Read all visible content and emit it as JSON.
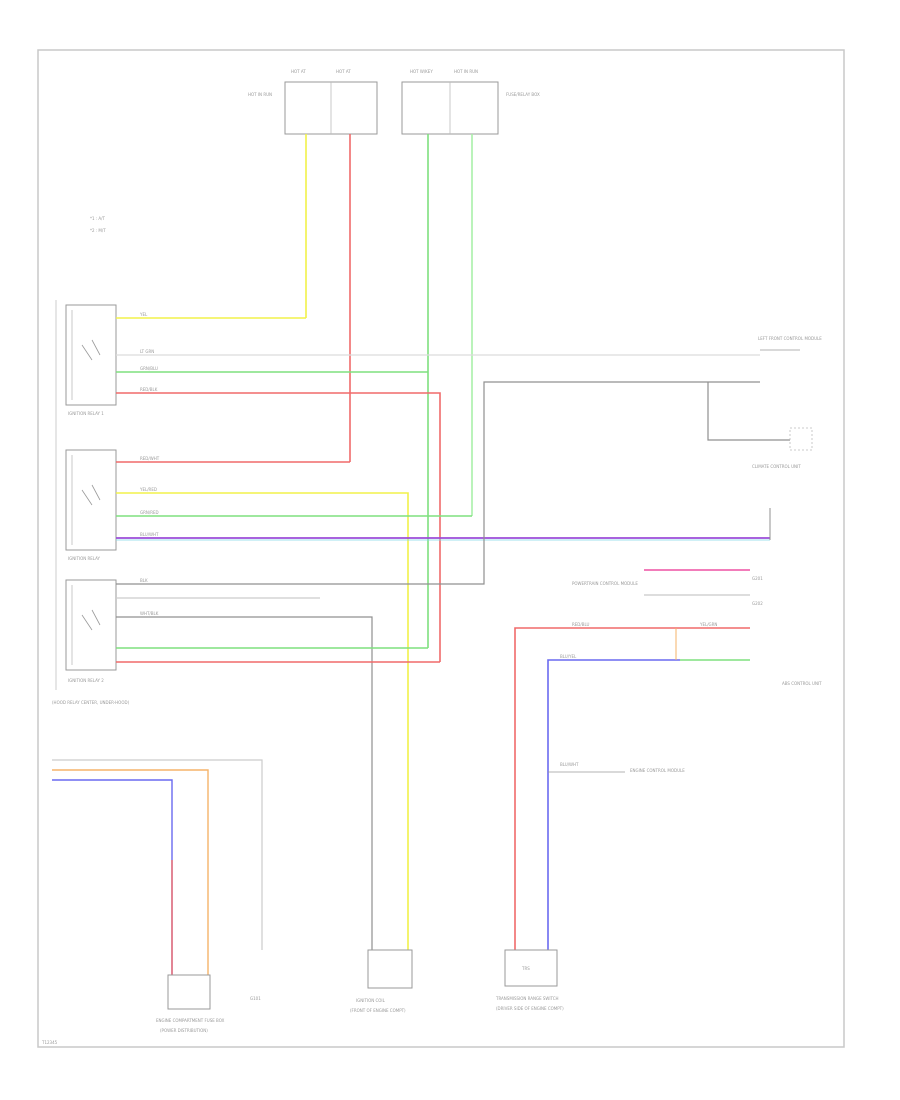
{
  "colors": {
    "frame": "#c8c8c8",
    "component": "#9a9a9a",
    "wire_yellow": "#f2f24a",
    "wire_red": "#f06a6a",
    "wire_green": "#7fe07f",
    "wire_lightgreen": "#a8f0a8",
    "wire_gray": "#909090",
    "wire_purple": "#9c4cd8",
    "wire_blue": "#6a6af0",
    "wire_orange": "#f5b36a",
    "wire_pink": "#f06ab0",
    "wire_cyan": "#7fd8e8"
  },
  "labels": {
    "fuse_box_left_top_a": "HOT AT",
    "fuse_box_left_top_b": "HOT AT",
    "fuse_box_left_title": "HOT IN RUN",
    "fuse_box_right_top_a": "HOT W/KEY",
    "fuse_box_right_top_b": "HOT IN RUN",
    "fuse_box_right_title": "FUSE/RELAY BOX",
    "legend_1": "*1 : A/T",
    "legend_2": "*2 : M/T",
    "relay_1_name": "IGNITION RELAY 1",
    "relay_2_name": "IGNITION RELAY",
    "relay_3_name": "IGNITION RELAY 2",
    "relay_3_sub": "(HOOD RELAY CENTER, UNDER-HOOD)",
    "wire_yel": "YEL",
    "wire_ltgrn": "LT GRN",
    "wire_grn_a": "GRN/BLU",
    "wire_red_a": "RED/BLK",
    "wire_yel_b": "YEL/RED",
    "wire_grn_b": "GRN/RED",
    "wire_blu_b": "BLU/WHT",
    "wire_blk": "BLK",
    "wire_wht": "WHT/BLK",
    "wire_red_c": "RED/WHT",
    "right_top_comp": "LEFT FRONT CONTROL MODULE",
    "right_mid_comp": "CLIMATE CONTROL UNIT",
    "right_gnd_a": "G201",
    "right_gnd_b": "G202",
    "right_conn_label": "POWERTRAIN CONTROL MODULE",
    "right_wire_a": "RED/BLU",
    "right_wire_b": "YEL/GRN",
    "right_wire_c": "BLU/YEL",
    "right_bottom_comp": "ABS CONTROL UNIT",
    "bottom_left_comp": "ENGINE COMPARTMENT FUSE BOX",
    "bottom_left_sub": "(POWER DISTRIBUTION)",
    "bottom_ground": "G101",
    "bottom_mid_comp": "IGNITION COIL",
    "bottom_mid_sub": "(FRONT OF ENGINE COMPT)",
    "bottom_right_comp": "TRANSMISSION RANGE SWITCH",
    "bottom_right_sub": "(DRIVER SIDE OF ENGINE COMPT)",
    "bottom_right_box": "TRS",
    "mid_right_label": "ENGINE CONTROL MODULE",
    "mid_right_wire": "BLU/WHT",
    "page_code": "T12345"
  }
}
